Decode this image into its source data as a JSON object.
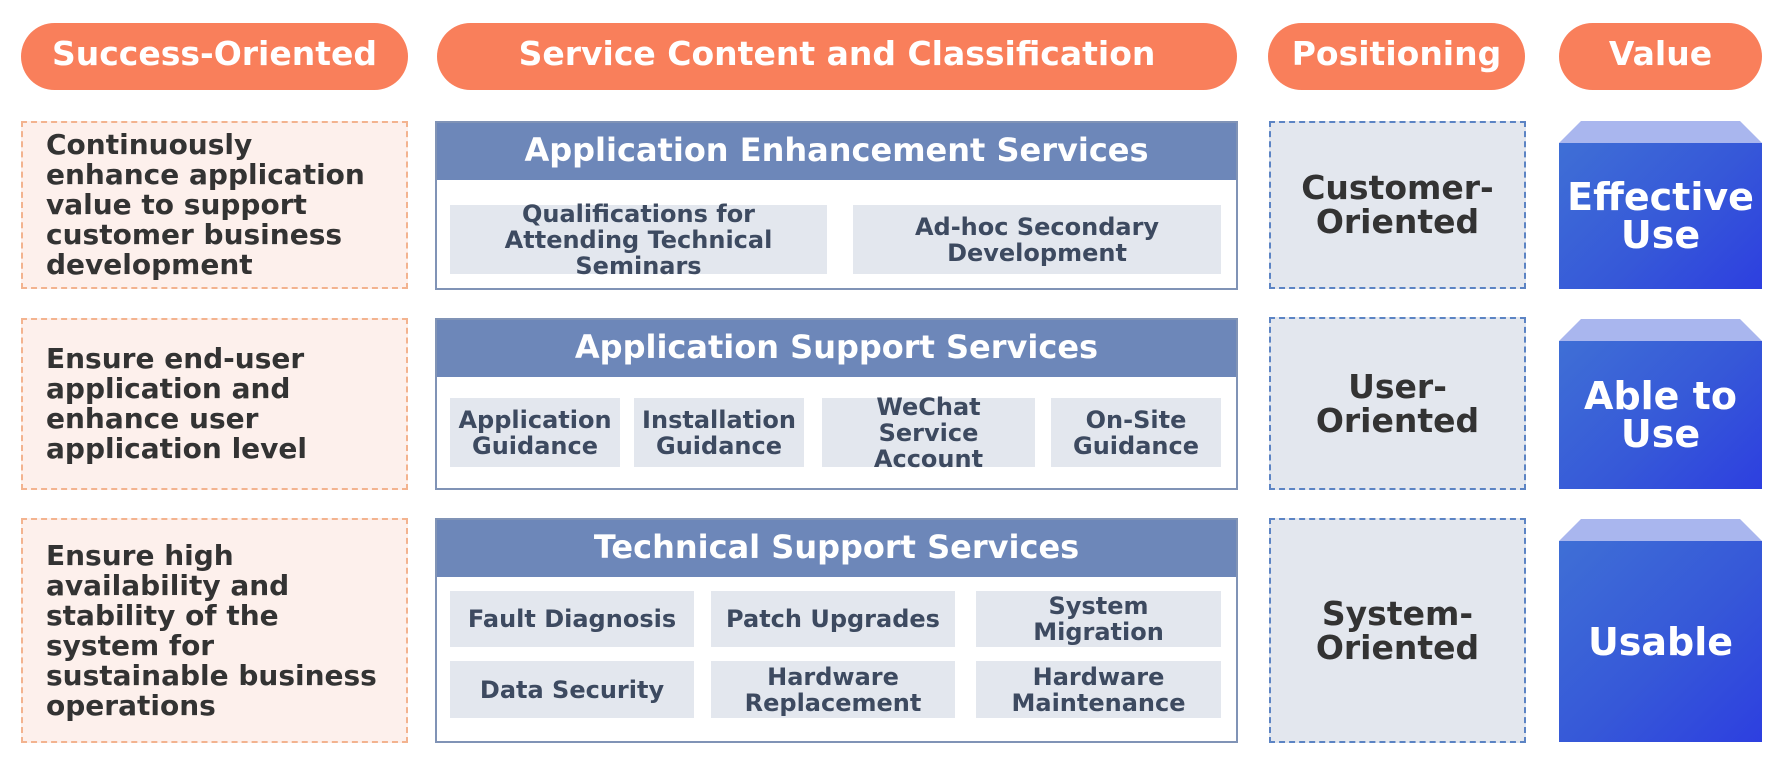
{
  "headers": {
    "success": "Success-Oriented",
    "service": "Service Content and Classification",
    "positioning": "Positioning",
    "value": "Value"
  },
  "rows": [
    {
      "goal": "Continuously enhance application value to support customer business development",
      "service_title": "Application Enhancement Services",
      "items": [
        "Qualifications for Attending Technical Seminars",
        "Ad-hoc Secondary Development"
      ],
      "positioning": "Customer-Oriented",
      "value": "Effective Use"
    },
    {
      "goal": "Ensure end-user application and enhance user application level",
      "service_title": "Application Support Services",
      "items": [
        "Application Guidance",
        "Installation Guidance",
        "WeChat Service Account",
        "On-Site Guidance"
      ],
      "positioning": "User-Oriented",
      "value": "Able to Use"
    },
    {
      "goal": "Ensure high availability and stability of the system for sustainable business operations",
      "service_title": "Technical Support Services",
      "items": [
        "Fault Diagnosis",
        "Patch Upgrades",
        "System Migration",
        "Data Security",
        "Hardware Replacement",
        "Hardware Maintenance"
      ],
      "positioning": "System-Oriented",
      "value": "Usable"
    }
  ],
  "colors": {
    "header_pill": "#f97f5b",
    "goal_bg": "#fdf0ec",
    "service_header": "#6d87b9",
    "chip_bg": "#e3e7ee",
    "cube_face": "#3658d8"
  }
}
